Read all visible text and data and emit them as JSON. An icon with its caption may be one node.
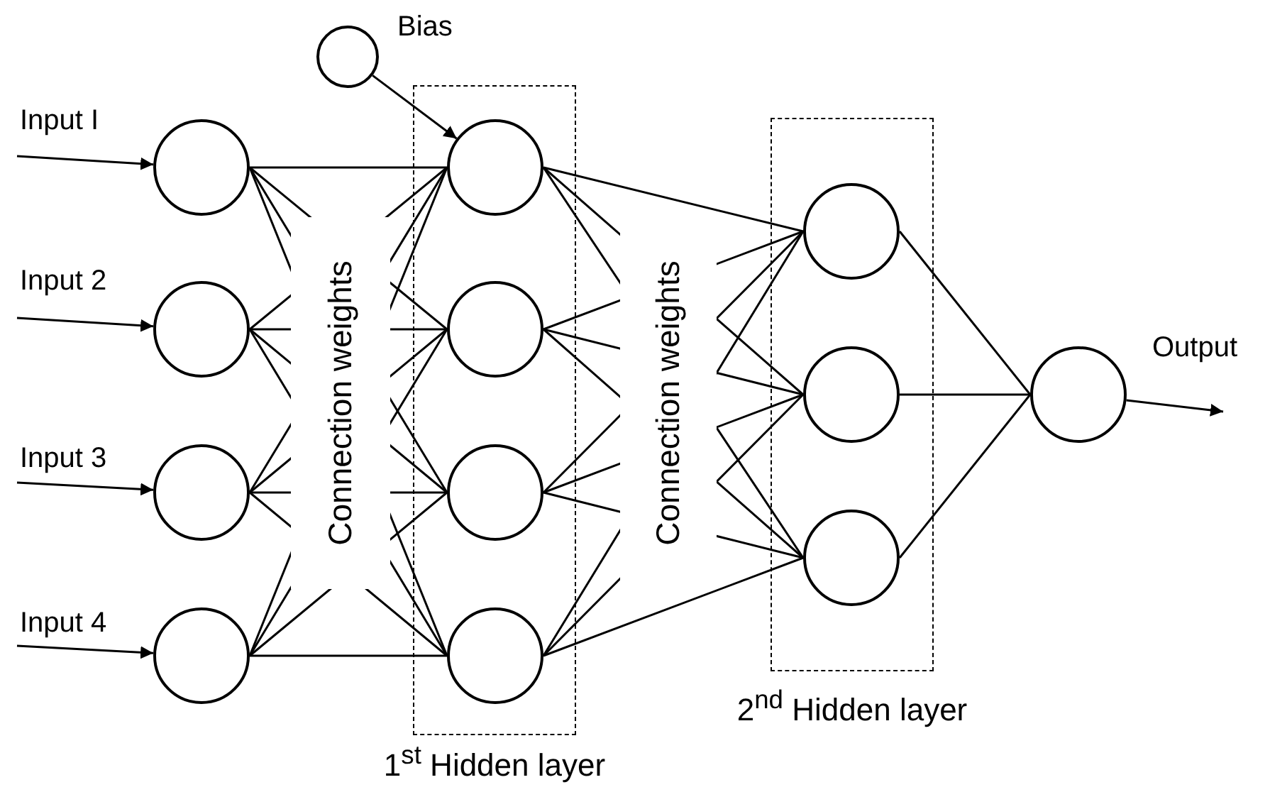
{
  "diagram": {
    "nodes": [
      {
        "text": [],
        "shape": "circle",
        "beside": [
          "Bias"
        ]
      },
      {
        "text": [],
        "shape": "circle",
        "beside": [
          "Input I"
        ]
      },
      {
        "text": [],
        "shape": "circle",
        "beside": [
          "Input 2"
        ]
      },
      {
        "text": [],
        "shape": "circle",
        "beside": [
          "Input 3"
        ]
      },
      {
        "text": [],
        "shape": "circle",
        "beside": [
          "Input 4"
        ]
      },
      {
        "text": [
          "1$^{st}$ Hidden layer"
        ]
      },
      {
        "text": [],
        "shape": "circle",
        "in": 5
      },
      {
        "text": [],
        "shape": "circle",
        "in": 5
      },
      {
        "text": [],
        "shape": "circle",
        "in": 5
      },
      {
        "text": [],
        "shape": "circle",
        "in": 5
      },
      {
        "text": [
          "2$^{nd}$ Hidden layer"
        ]
      },
      {
        "text": [],
        "shape": "circle",
        "in": 10
      },
      {
        "text": [],
        "shape": "circle",
        "in": 10
      },
      {
        "text": [],
        "shape": "circle",
        "in": 10
      },
      {
        "text": [],
        "shape": "circle",
        "beside": [
          "Output"
        ]
      }
    ],
    "edges": [
      {
        "from": 0,
        "to": 6,
        "arrow": "to"
      },
      {
        "from": null,
        "to": 1,
        "arrow": "to"
      },
      {
        "from": null,
        "to": 2,
        "arrow": "to"
      },
      {
        "from": null,
        "to": 3,
        "arrow": "to"
      },
      {
        "from": null,
        "to": 4,
        "arrow": "to"
      },
      {
        "from": 1,
        "to": 6,
        "arrow": "none"
      },
      {
        "from": 1,
        "to": 7,
        "arrow": "none"
      },
      {
        "from": 1,
        "to": 8,
        "arrow": "none"
      },
      {
        "from": 1,
        "to": 9,
        "arrow": "none"
      },
      {
        "from": 2,
        "to": 6,
        "arrow": "none"
      },
      {
        "from": 2,
        "to": 7,
        "arrow": "none"
      },
      {
        "from": 2,
        "to": 8,
        "arrow": "none"
      },
      {
        "from": 2,
        "to": 9,
        "arrow": "none"
      },
      {
        "from": 3,
        "to": 6,
        "arrow": "none"
      },
      {
        "from": 3,
        "to": 7,
        "arrow": "none"
      },
      {
        "from": 3,
        "to": 8,
        "arrow": "none"
      },
      {
        "from": 3,
        "to": 9,
        "arrow": "none"
      },
      {
        "from": 4,
        "to": 6,
        "arrow": "none"
      },
      {
        "from": 4,
        "to": 7,
        "arrow": "none"
      },
      {
        "from": 4,
        "to": 8,
        "arrow": "none"
      },
      {
        "from": 4,
        "to": 9,
        "arrow": "none"
      },
      {
        "from": 6,
        "to": 11,
        "arrow": "none"
      },
      {
        "from": 6,
        "to": 12,
        "arrow": "none"
      },
      {
        "from": 6,
        "to": 13,
        "arrow": "none"
      },
      {
        "from": 7,
        "to": 11,
        "arrow": "none"
      },
      {
        "from": 7,
        "to": 12,
        "arrow": "none"
      },
      {
        "from": 7,
        "to": 13,
        "arrow": "none"
      },
      {
        "from": 8,
        "to": 11,
        "arrow": "none"
      },
      {
        "from": 8,
        "to": 12,
        "arrow": "none"
      },
      {
        "from": 8,
        "to": 13,
        "arrow": "none"
      },
      {
        "from": 9,
        "to": 11,
        "arrow": "none"
      },
      {
        "from": 9,
        "to": 12,
        "arrow": "none"
      },
      {
        "from": 9,
        "to": 13,
        "arrow": "none"
      },
      {
        "from": 11,
        "to": 14,
        "arrow": "none"
      },
      {
        "from": 12,
        "to": 14,
        "arrow": "none"
      },
      {
        "from": 13,
        "to": 14,
        "arrow": "none"
      },
      {
        "from": 14,
        "to": null,
        "arrow": "to"
      }
    ],
    "labels": [
      "Connection weights",
      "Connection weights"
    ]
  }
}
